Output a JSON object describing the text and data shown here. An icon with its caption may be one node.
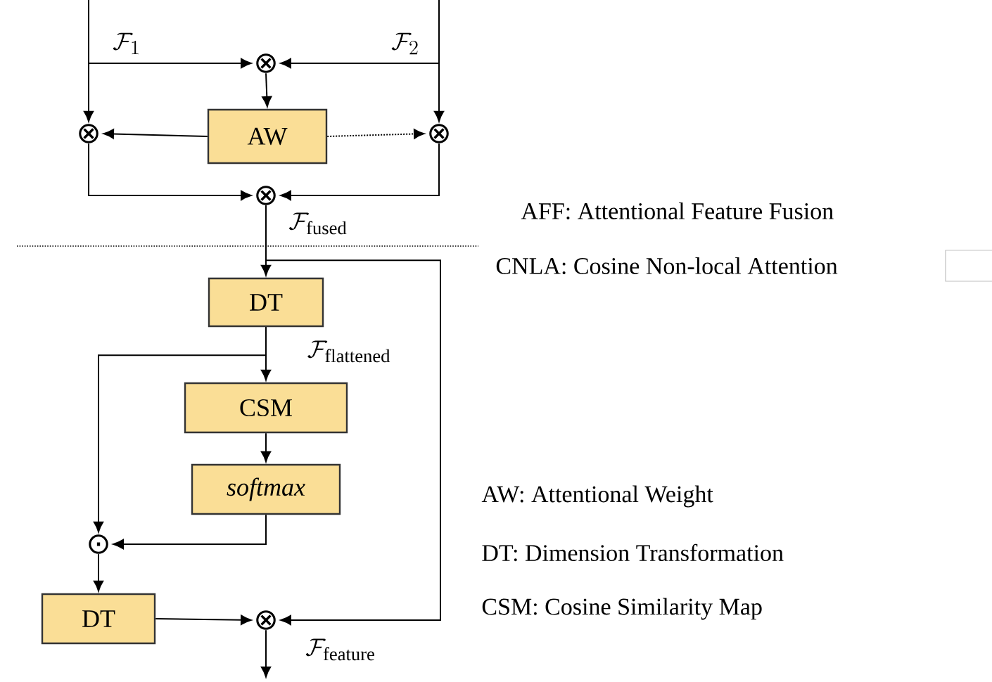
{
  "diagram": {
    "nodes": [
      {
        "text": [
          "⊗"
        ]
      },
      {
        "text": [
          "⊗"
        ]
      },
      {
        "text": [
          "AW"
        ]
      },
      {
        "text": [
          "⊗"
        ]
      },
      {
        "text": [
          "⊗"
        ]
      },
      {
        "text": [
          "DT"
        ]
      },
      {
        "text": [
          "CSM"
        ]
      },
      {
        "text": [
          "softmax"
        ]
      },
      {
        "text": [
          "⊙"
        ]
      },
      {
        "text": [
          "DT"
        ]
      },
      {
        "text": [
          "⊗"
        ]
      }
    ],
    "edges": [
      {
        "from": null,
        "to": 1,
        "arrow": "to",
        "label": "\\mathcal{F}_1"
      },
      {
        "from": null,
        "to": 0,
        "arrow": "to"
      },
      {
        "from": null,
        "to": 3,
        "arrow": "to",
        "label": "\\mathcal{F}_2"
      },
      {
        "from": null,
        "to": 0,
        "arrow": "to"
      },
      {
        "from": 0,
        "to": 2,
        "arrow": "to"
      },
      {
        "from": 2,
        "to": 1,
        "arrow": "to"
      },
      {
        "from": 2,
        "to": 3,
        "arrow": "to",
        "style": "dashed"
      },
      {
        "from": 1,
        "to": 4,
        "arrow": "to"
      },
      {
        "from": 3,
        "to": 4,
        "arrow": "to"
      },
      {
        "from": 4,
        "to": 5,
        "arrow": "to",
        "label": "\\mathcal{F}_{\\mathrm{fused}}"
      },
      {
        "from": 4,
        "to": 10,
        "arrow": "to"
      },
      {
        "from": 5,
        "to": 6,
        "arrow": "to",
        "label": "\\mathcal{F}_{\\mathrm{flattened}}"
      },
      {
        "from": 5,
        "to": 8,
        "arrow": "to"
      },
      {
        "from": 6,
        "to": 7,
        "arrow": "to"
      },
      {
        "from": 7,
        "to": 8,
        "arrow": "to"
      },
      {
        "from": 8,
        "to": 9,
        "arrow": "to"
      },
      {
        "from": 9,
        "to": 10,
        "arrow": "to"
      },
      {
        "from": 10,
        "to": null,
        "arrow": "to",
        "label": "\\mathcal{F}_{\\mathrm{feature}}"
      }
    ],
    "labels": [
      "AFF: Attentional Feature Fusion",
      "CNLA: Cosine Non-local Attention",
      "AW: Attentional Weight",
      "DT: Dimension Transformation",
      "CSM:  Cosine Similarity Map"
    ]
  }
}
